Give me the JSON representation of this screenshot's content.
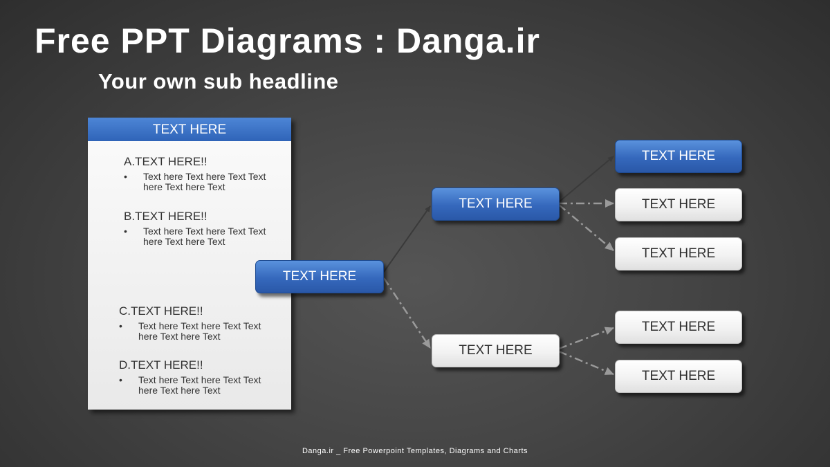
{
  "title": "Free PPT Diagrams : Danga.ir",
  "subtitle": "Your own sub headline",
  "panel": {
    "header": "TEXT HERE",
    "sections": [
      {
        "title": "A.TEXT HERE!!",
        "bullet": "•",
        "text": "Text here Text here Text Text here Text here Text"
      },
      {
        "title": "B.TEXT HERE!!",
        "bullet": "•",
        "text": "Text here Text here Text Text here Text here Text"
      },
      {
        "title": "C.TEXT HERE!!",
        "bullet": "•",
        "text": "Text here Text here Text Text here Text here Text"
      },
      {
        "title": "D.TEXT HERE!!",
        "bullet": "•",
        "text": "Text here Text here Text Text here Text here Text"
      }
    ]
  },
  "nodes": {
    "root": "TEXT HERE",
    "mid_top": "TEXT HERE",
    "mid_bottom": "TEXT HERE",
    "leaf_1": "TEXT HERE",
    "leaf_2": "TEXT HERE",
    "leaf_3": "TEXT HERE",
    "leaf_4": "TEXT HERE",
    "leaf_5": "TEXT HERE"
  },
  "colors": {
    "accent_blue": "#3568bc",
    "connector_solid": "#3a3a3a",
    "connector_dashed": "#9a9a9a"
  },
  "footer": "Danga.ir _ Free Powerpoint Templates, Diagrams and Charts"
}
